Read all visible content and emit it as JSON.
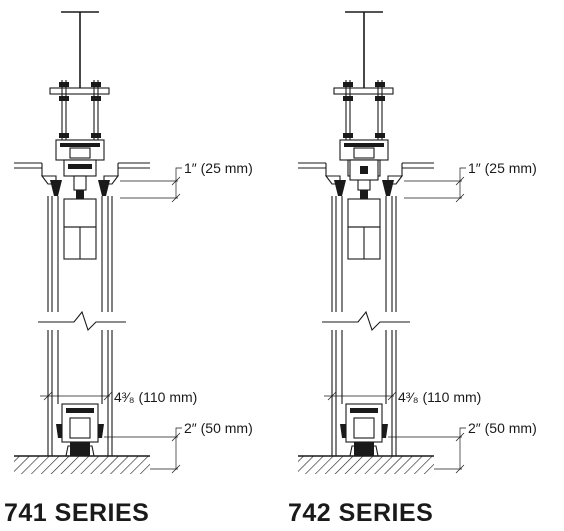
{
  "assemblies": [
    {
      "id": "741",
      "title": "741 SERIES",
      "dims": {
        "top": "1″ (25 mm)",
        "width": "4³⁄₈ (110 mm)",
        "bottom": "2″ (50 mm)"
      }
    },
    {
      "id": "742",
      "title": "742 SERIES",
      "dims": {
        "top": "1″ (25 mm)",
        "width": "4³⁄₈ (110 mm)",
        "bottom": "2″ (50 mm)"
      }
    }
  ]
}
